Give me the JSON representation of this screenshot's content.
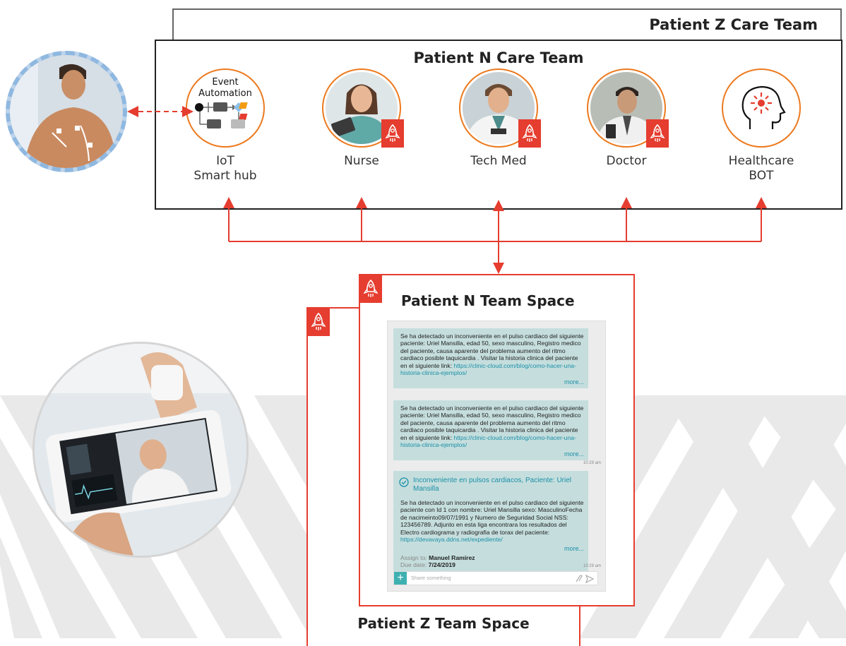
{
  "colors": {
    "accent_red": "#e53d2f",
    "accent_orange": "#ec7a1f",
    "teal": "#1b8fa8",
    "msg_bg": "#c5dedd"
  },
  "care_team_z": {
    "title": "Patient Z Care Team"
  },
  "care_team_n": {
    "title": "Patient N Care Team",
    "members": [
      {
        "label": "IoT\nSmart hub",
        "icon": "event-automation-icon",
        "inner_title": "Event\nAutomation"
      },
      {
        "label": "Nurse",
        "icon": "nurse-photo",
        "badge": "rocket-icon"
      },
      {
        "label": "Tech Med",
        "icon": "tech-med-photo",
        "badge": "rocket-icon"
      },
      {
        "label": "Doctor",
        "icon": "doctor-photo",
        "badge": "rocket-icon"
      },
      {
        "label": "Healthcare\nBOT",
        "icon": "ai-head-icon"
      }
    ]
  },
  "team_space_n": {
    "title": "Patient N Team Space",
    "messages": [
      {
        "text": "Se ha detectado un inconveniente en el pulso cardiaco del siguiente paciente: Uriel Mansilla, edad 50, sexo masculino,  Registro medico del paciente, causa aparente del problema aumento del ritmo cardiaco posible taquicardia . Visitar la historia clinica del paciente en el siguiente link: ",
        "link": "https://clinic-cloud.com/blog/como-hacer-una-historia-clinica-ejemplos/",
        "more": "more..."
      },
      {
        "text": "Se ha detectado un inconveniente en el pulso cardiaco del siguiente paciente: Uriel Mansilla, edad 50, sexo masculino,  Registro medico del paciente, causa aparente del problema aumento del ritmo cardiaco posible taquicardia . Visitar la historia clinica del paciente en el siguiente link: ",
        "link": "https://clinic-cloud.com/blog/como-hacer-una-historia-clinica-ejemplos/",
        "more": "more...",
        "time": "10:29 am"
      }
    ],
    "task": {
      "title": "Inconveniente en pulsos cardiacos, Paciente: Uriel Mansilla",
      "text": "Se ha detectado un inconveniente en el pulso cardiaco del siguiente paciente con Id 1 con nombre: Uriel Mansilla sexo: MasculinoFecha de nacimeinto09/07/1991 y Numero de Seguridad Social NSS: 123456789.  Adjunto en esta liga encontrara los resultados del Electro cardiograma y radiografia de torax del paciente:",
      "link": "https://devavaya.ddns.net/expediente/",
      "more": "more...",
      "assign_label": "Assign to:",
      "assign_value": "Manuel Ramirez",
      "due_label": "Due date:",
      "due_value": "7/24/2019",
      "time": "10:29 am"
    },
    "share_placeholder": "Share something"
  },
  "team_space_z": {
    "title": "Patient Z Team Space"
  }
}
